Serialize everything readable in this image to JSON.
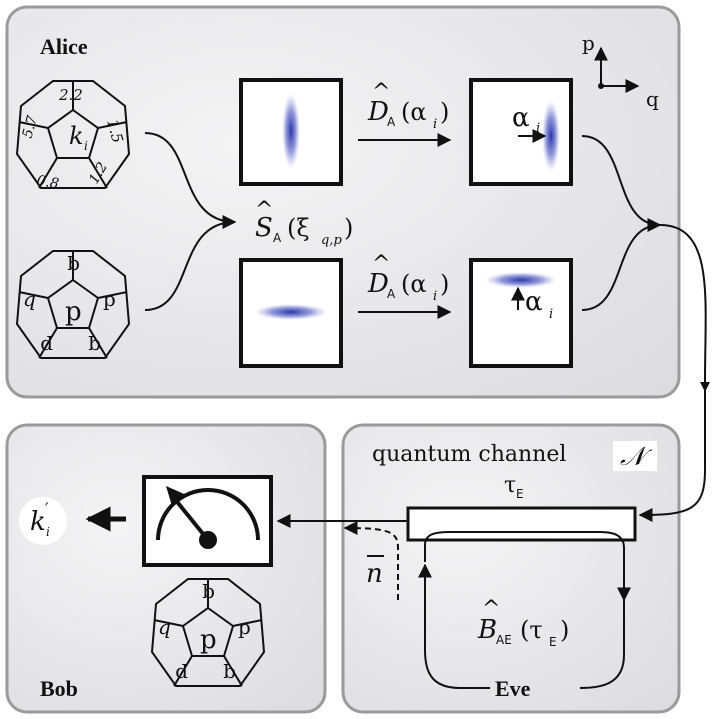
{
  "panels": {
    "alice": {
      "label": "Alice"
    },
    "bob": {
      "label": "Bob"
    },
    "eve": {
      "label": "Eve"
    }
  },
  "axes": {
    "p": "p",
    "q": "q"
  },
  "die_key": {
    "center": "k",
    "center_sub": "i",
    "faces": [
      "2.2",
      "1.5",
      "1.2",
      "0.8",
      "5.7"
    ]
  },
  "die_basis": {
    "center": "p",
    "faces": [
      "q",
      "p",
      "q",
      "p",
      "q"
    ]
  },
  "die_bob": {
    "center": "p",
    "faces": [
      "q",
      "p",
      "q",
      "p",
      "q"
    ]
  },
  "squeeze": {
    "op": "S",
    "sub": "A",
    "arg": "(ξ",
    "arg_sub": "q,p",
    "close": ")"
  },
  "displace_top": {
    "op": "D",
    "sub": "A",
    "arg": "(α",
    "arg_sub": "i",
    "close": ")"
  },
  "displace_bottom": {
    "op": "D",
    "sub": "A",
    "arg": "(α",
    "arg_sub": "i",
    "close": ")"
  },
  "alpha_top": {
    "sym": "α",
    "sub": "i"
  },
  "alpha_bottom": {
    "sym": "α",
    "sub": "i"
  },
  "channel": {
    "label": "quantum channel",
    "symbol": "𝒩",
    "tau": "τ",
    "tau_sub": "E"
  },
  "nbar": {
    "sym": "n"
  },
  "attack": {
    "op": "B",
    "sub": "AE",
    "arg": "(τ",
    "arg_sub": "E",
    "close": ")"
  },
  "output": {
    "sym": "k",
    "prime": "′",
    "sub": "i"
  },
  "colors": {
    "panel": "#e6e6e8",
    "panel_border": "#9a9a9a",
    "gaussian": "#2a36a8"
  }
}
